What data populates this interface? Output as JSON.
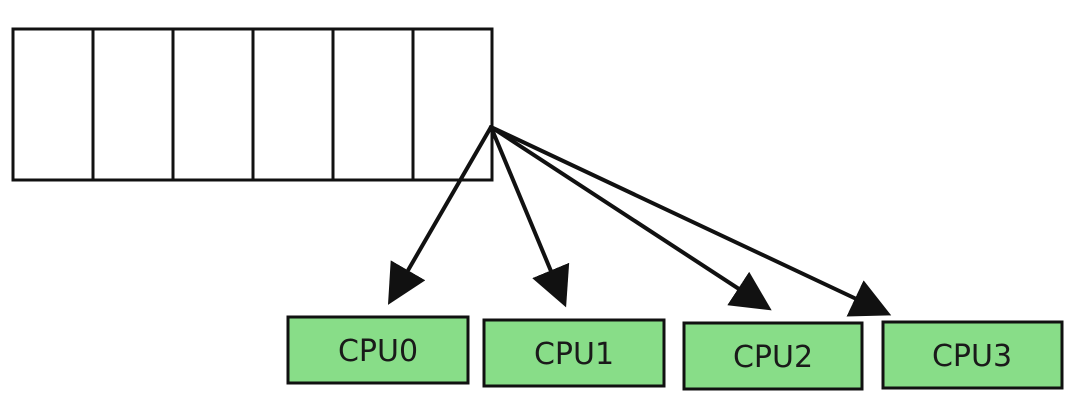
{
  "queue": {
    "slots": 6
  },
  "cpus": [
    {
      "label": "CPU0"
    },
    {
      "label": "CPU1"
    },
    {
      "label": "CPU2"
    },
    {
      "label": "CPU3"
    }
  ],
  "colors": {
    "cpu_fill": "#88dd88",
    "stroke": "#111111",
    "queue_fill": "#ffffff"
  }
}
